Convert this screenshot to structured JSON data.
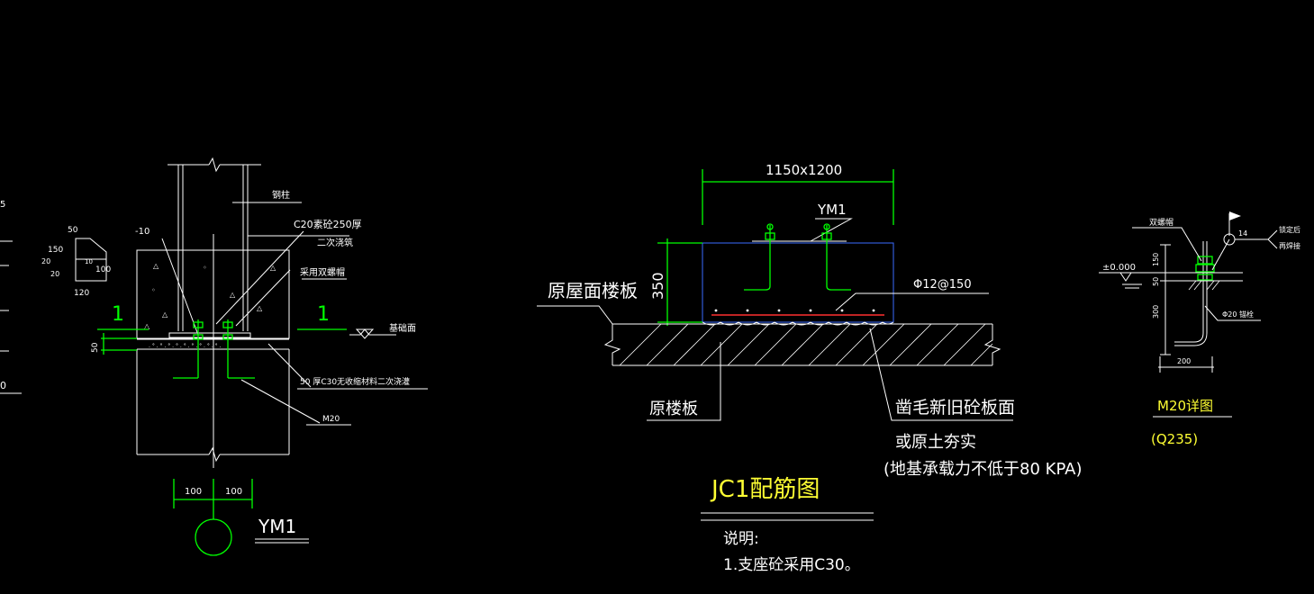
{
  "colors": {
    "background": "#000000",
    "lines": "#ffffff",
    "dimension": "#00ff00",
    "note": "#ffff33",
    "rebar": "#ff3030"
  },
  "ym1_detail": {
    "steel_column": "钢柱",
    "grout_top": "C20素砼250厚",
    "grout_sub": "二次浇筑",
    "double_nut": "采用双螺帽",
    "foundation_top": "基础面",
    "grout_bottom": "50 厚C30无收缩材料二次浇灌",
    "bolt": "M20",
    "plate_thk": "-10",
    "section_mark_left": "1",
    "section_mark_right": "1",
    "dim_50": "50",
    "dim_100_left": "100",
    "dim_100_right": "100",
    "title": "YM1",
    "plate_dims": {
      "a": "50",
      "b": "150",
      "c": "20",
      "d": "20",
      "e": "100",
      "f": "120",
      "g": "10"
    }
  },
  "jc1_section": {
    "overall_dim": "1150x1200",
    "ym1_label": "YM1",
    "height_dim": "350",
    "rebar_spec": "Φ12@150",
    "original_roof": "原屋面楼板",
    "original_slab": "原楼板",
    "rough_surface": "凿毛新旧砼板面",
    "or_soil": "或原土夯实",
    "bearing": "(地基承载力不低于80 KPA)",
    "title": "JC1配筋图",
    "note_head": "说明:",
    "note_1": "1.支座砼采用C30。"
  },
  "m20_detail": {
    "double_nut": "双螺帽",
    "level": "±0.000",
    "dim_150": "150",
    "dim_50": "50",
    "dim_300": "300",
    "dim_200": "200",
    "anchor": "Φ20 锚栓",
    "weld_note_1": "锁定后",
    "weld_note_2": "再焊接",
    "weld_size": "14",
    "title": "M20详图",
    "material": "(Q235)"
  },
  "edge_marks": {
    "mark_5": "5",
    "mark_0": "0"
  }
}
